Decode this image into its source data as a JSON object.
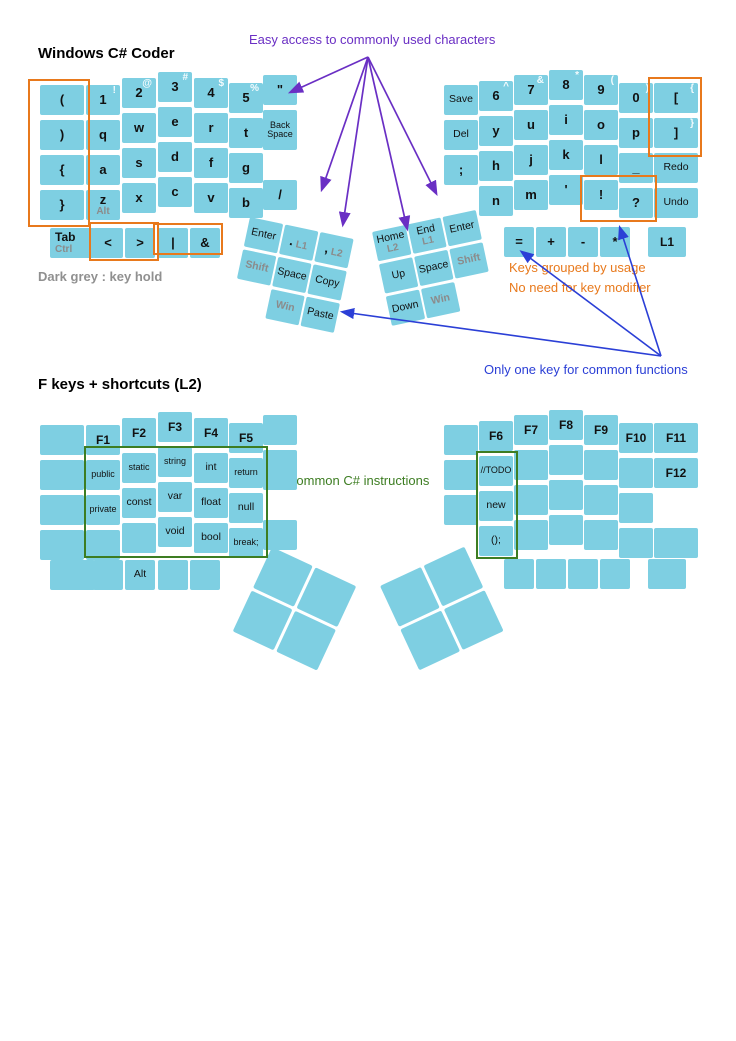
{
  "colors": {
    "key": "#7ecfe2",
    "key_text": "#111111",
    "hold_text": "#8b8b8b",
    "shift_char": "#f4fbfd",
    "orange": "#e8791c",
    "purple": "#6a2fc4",
    "blue": "#2b3fd6",
    "green": "#3d7d22",
    "grey_note": "#909090"
  },
  "titles": {
    "main": "Windows C# Coder",
    "l2": "F keys + shortcuts (L2)"
  },
  "annotations": {
    "easy_access": "Easy access to commonly used characters",
    "dark_grey": "Dark grey : key hold",
    "grouped1": "Keys grouped by usage",
    "grouped2": "No need for key modifier",
    "one_key": "Only one key for common functions",
    "csharp": "Common C# instructions"
  },
  "keyboard": {
    "main": {
      "left": {
        "grid": [
          {
            "r": 0,
            "c": 0,
            "label": "("
          },
          {
            "r": 0,
            "c": 1,
            "label": "1",
            "sup": "!"
          },
          {
            "r": 0,
            "c": 2,
            "label": "2",
            "sup": "@"
          },
          {
            "r": 0,
            "c": 3,
            "label": "3",
            "sup": "#"
          },
          {
            "r": 0,
            "c": 4,
            "label": "4",
            "sup": "$"
          },
          {
            "r": 0,
            "c": 5,
            "label": "5",
            "sup": "%"
          },
          {
            "r": 0,
            "c": 6,
            "label": "\""
          },
          {
            "r": 1,
            "c": 0,
            "label": ")"
          },
          {
            "r": 1,
            "c": 1,
            "label": "q"
          },
          {
            "r": 1,
            "c": 2,
            "label": "w"
          },
          {
            "r": 1,
            "c": 3,
            "label": "e"
          },
          {
            "r": 1,
            "c": 4,
            "label": "r"
          },
          {
            "r": 1,
            "c": 5,
            "label": "t"
          },
          {
            "r": 1,
            "c": 6,
            "label": "Back Space",
            "h": 40
          },
          {
            "r": 2,
            "c": 0,
            "label": "{"
          },
          {
            "r": 2,
            "c": 1,
            "label": "a"
          },
          {
            "r": 2,
            "c": 2,
            "label": "s"
          },
          {
            "r": 2,
            "c": 3,
            "label": "d"
          },
          {
            "r": 2,
            "c": 4,
            "label": "f"
          },
          {
            "r": 2,
            "c": 5,
            "label": "g"
          },
          {
            "r": 3,
            "c": 0,
            "label": "}"
          },
          {
            "r": 3,
            "c": 1,
            "label": "z",
            "hold": "Alt"
          },
          {
            "r": 3,
            "c": 2,
            "label": "x"
          },
          {
            "r": 3,
            "c": 3,
            "label": "c"
          },
          {
            "r": 3,
            "c": 4,
            "label": "v"
          },
          {
            "r": 3,
            "c": 5,
            "label": "b"
          },
          {
            "r": 3,
            "c": 6,
            "label": "/"
          }
        ],
        "bottom": [
          {
            "label": "Tab",
            "hold": "Ctrl",
            "wide": true
          },
          {
            "label": "<"
          },
          {
            "label": ">"
          },
          {
            "label": "|"
          },
          {
            "label": "&"
          }
        ],
        "thumb": [
          {
            "r": 0,
            "c": 0,
            "label": "Enter"
          },
          {
            "r": 0,
            "c": 1,
            "label": ".",
            "hold": "L1",
            "inline": true
          },
          {
            "r": 0,
            "c": 2,
            "label": ",",
            "hold": "L2",
            "inline": true
          },
          {
            "r": 1,
            "c": 0,
            "label": "Shift",
            "grey": true
          },
          {
            "r": 1,
            "c": 1,
            "label": "Space"
          },
          {
            "r": 1,
            "c": 2,
            "label": "Copy"
          },
          {
            "r": 2,
            "c": 1,
            "label": "Win",
            "grey": true
          },
          {
            "r": 2,
            "c": 2,
            "label": "Paste"
          }
        ]
      },
      "right": {
        "grid": [
          {
            "r": 0,
            "c": 0,
            "label": "Save"
          },
          {
            "r": 0,
            "c": 1,
            "label": "6",
            "sup": "^"
          },
          {
            "r": 0,
            "c": 2,
            "label": "7",
            "sup": "&"
          },
          {
            "r": 0,
            "c": 3,
            "label": "8",
            "sup": "*"
          },
          {
            "r": 0,
            "c": 4,
            "label": "9",
            "sup": "("
          },
          {
            "r": 0,
            "c": 5,
            "label": "0",
            "sup": ")"
          },
          {
            "r": 0,
            "c": 6,
            "label": "[",
            "sup": "{"
          },
          {
            "r": 1,
            "c": 0,
            "label": "Del"
          },
          {
            "r": 1,
            "c": 1,
            "label": "y"
          },
          {
            "r": 1,
            "c": 2,
            "label": "u"
          },
          {
            "r": 1,
            "c": 3,
            "label": "i"
          },
          {
            "r": 1,
            "c": 4,
            "label": "o"
          },
          {
            "r": 1,
            "c": 5,
            "label": "p"
          },
          {
            "r": 1,
            "c": 6,
            "label": "]",
            "sup": "}"
          },
          {
            "r": 2,
            "c": 0,
            "label": ";"
          },
          {
            "r": 2,
            "c": 1,
            "label": "h"
          },
          {
            "r": 2,
            "c": 2,
            "label": "j"
          },
          {
            "r": 2,
            "c": 3,
            "label": "k"
          },
          {
            "r": 2,
            "c": 4,
            "label": "l"
          },
          {
            "r": 2,
            "c": 5,
            "label": "_"
          },
          {
            "r": 2,
            "c": 6,
            "label": "Redo"
          },
          {
            "r": 3,
            "c": 1,
            "label": "n"
          },
          {
            "r": 3,
            "c": 2,
            "label": "m"
          },
          {
            "r": 3,
            "c": 3,
            "label": "'"
          },
          {
            "r": 3,
            "c": 4,
            "label": "!"
          },
          {
            "r": 3,
            "c": 5,
            "label": "?"
          },
          {
            "r": 3,
            "c": 6,
            "label": "Undo"
          }
        ],
        "bottom": [
          {
            "label": "="
          },
          {
            "label": "+"
          },
          {
            "label": "-"
          },
          {
            "label": "*"
          },
          {
            "label": "L1"
          }
        ],
        "thumb": [
          {
            "r": 0,
            "c": 0,
            "label": "Home",
            "hold": "L2"
          },
          {
            "r": 0,
            "c": 1,
            "label": "End",
            "hold": "L1"
          },
          {
            "r": 0,
            "c": 2,
            "label": "Enter"
          },
          {
            "r": 1,
            "c": 0,
            "label": "Up"
          },
          {
            "r": 1,
            "c": 1,
            "label": "Space"
          },
          {
            "r": 1,
            "c": 2,
            "label": "Shift",
            "grey": true
          },
          {
            "r": 2,
            "c": 0,
            "label": "Down"
          },
          {
            "r": 2,
            "c": 1,
            "label": "Win",
            "grey": true
          }
        ]
      }
    },
    "l2": {
      "left": {
        "grid": [
          {
            "r": 0,
            "c": 0,
            "label": ""
          },
          {
            "r": 0,
            "c": 1,
            "label": "F1"
          },
          {
            "r": 0,
            "c": 2,
            "label": "F2"
          },
          {
            "r": 0,
            "c": 3,
            "label": "F3"
          },
          {
            "r": 0,
            "c": 4,
            "label": "F4"
          },
          {
            "r": 0,
            "c": 5,
            "label": "F5"
          },
          {
            "r": 0,
            "c": 6,
            "label": ""
          },
          {
            "r": 1,
            "c": 0,
            "label": ""
          },
          {
            "r": 1,
            "c": 1,
            "label": "public"
          },
          {
            "r": 1,
            "c": 2,
            "label": "static"
          },
          {
            "r": 1,
            "c": 3,
            "label": "string"
          },
          {
            "r": 1,
            "c": 4,
            "label": "int"
          },
          {
            "r": 1,
            "c": 5,
            "label": "return"
          },
          {
            "r": 1,
            "c": 6,
            "label": "",
            "h": 40
          },
          {
            "r": 2,
            "c": 0,
            "label": ""
          },
          {
            "r": 2,
            "c": 1,
            "label": "private"
          },
          {
            "r": 2,
            "c": 2,
            "label": "const"
          },
          {
            "r": 2,
            "c": 3,
            "label": "var"
          },
          {
            "r": 2,
            "c": 4,
            "label": "float"
          },
          {
            "r": 2,
            "c": 5,
            "label": "null"
          },
          {
            "r": 3,
            "c": 0,
            "label": ""
          },
          {
            "r": 3,
            "c": 1,
            "label": ""
          },
          {
            "r": 3,
            "c": 2,
            "label": ""
          },
          {
            "r": 3,
            "c": 3,
            "label": "void"
          },
          {
            "r": 3,
            "c": 4,
            "label": "bool"
          },
          {
            "r": 3,
            "c": 5,
            "label": "break;"
          },
          {
            "r": 3,
            "c": 6,
            "label": ""
          }
        ],
        "bottom": [
          {
            "label": "",
            "wide": true
          },
          {
            "label": ""
          },
          {
            "label": "Alt"
          },
          {
            "label": ""
          },
          {
            "label": ""
          }
        ],
        "thumb": [
          {
            "r": 0,
            "c": 0,
            "label": ""
          },
          {
            "r": 0,
            "c": 1,
            "label": ""
          },
          {
            "r": 1,
            "c": 0,
            "label": ""
          },
          {
            "r": 1,
            "c": 1,
            "label": ""
          }
        ]
      },
      "right": {
        "grid": [
          {
            "r": 0,
            "c": 0,
            "label": ""
          },
          {
            "r": 0,
            "c": 1,
            "label": "F6"
          },
          {
            "r": 0,
            "c": 2,
            "label": "F7"
          },
          {
            "r": 0,
            "c": 3,
            "label": "F8"
          },
          {
            "r": 0,
            "c": 4,
            "label": "F9"
          },
          {
            "r": 0,
            "c": 5,
            "label": "F10"
          },
          {
            "r": 0,
            "c": 6,
            "label": "F11"
          },
          {
            "r": 1,
            "c": 0,
            "label": ""
          },
          {
            "r": 1,
            "c": 1,
            "label": "//TODO"
          },
          {
            "r": 1,
            "c": 2,
            "label": ""
          },
          {
            "r": 1,
            "c": 3,
            "label": ""
          },
          {
            "r": 1,
            "c": 4,
            "label": ""
          },
          {
            "r": 1,
            "c": 5,
            "label": ""
          },
          {
            "r": 1,
            "c": 6,
            "label": "F12"
          },
          {
            "r": 2,
            "c": 0,
            "label": ""
          },
          {
            "r": 2,
            "c": 1,
            "label": "new"
          },
          {
            "r": 2,
            "c": 2,
            "label": ""
          },
          {
            "r": 2,
            "c": 3,
            "label": ""
          },
          {
            "r": 2,
            "c": 4,
            "label": ""
          },
          {
            "r": 2,
            "c": 5,
            "label": ""
          },
          {
            "r": 3,
            "c": 1,
            "label": "();"
          },
          {
            "r": 3,
            "c": 2,
            "label": ""
          },
          {
            "r": 3,
            "c": 3,
            "label": ""
          },
          {
            "r": 3,
            "c": 4,
            "label": ""
          },
          {
            "r": 3,
            "c": 5,
            "label": ""
          },
          {
            "r": 3,
            "c": 6,
            "label": ""
          }
        ],
        "bottom": [
          {
            "label": ""
          },
          {
            "label": ""
          },
          {
            "label": ""
          },
          {
            "label": ""
          },
          {
            "label": ""
          }
        ],
        "thumb": [
          {
            "r": 0,
            "c": 0,
            "label": ""
          },
          {
            "r": 0,
            "c": 1,
            "label": ""
          },
          {
            "r": 1,
            "c": 0,
            "label": ""
          },
          {
            "r": 1,
            "c": 1,
            "label": ""
          }
        ]
      }
    }
  }
}
